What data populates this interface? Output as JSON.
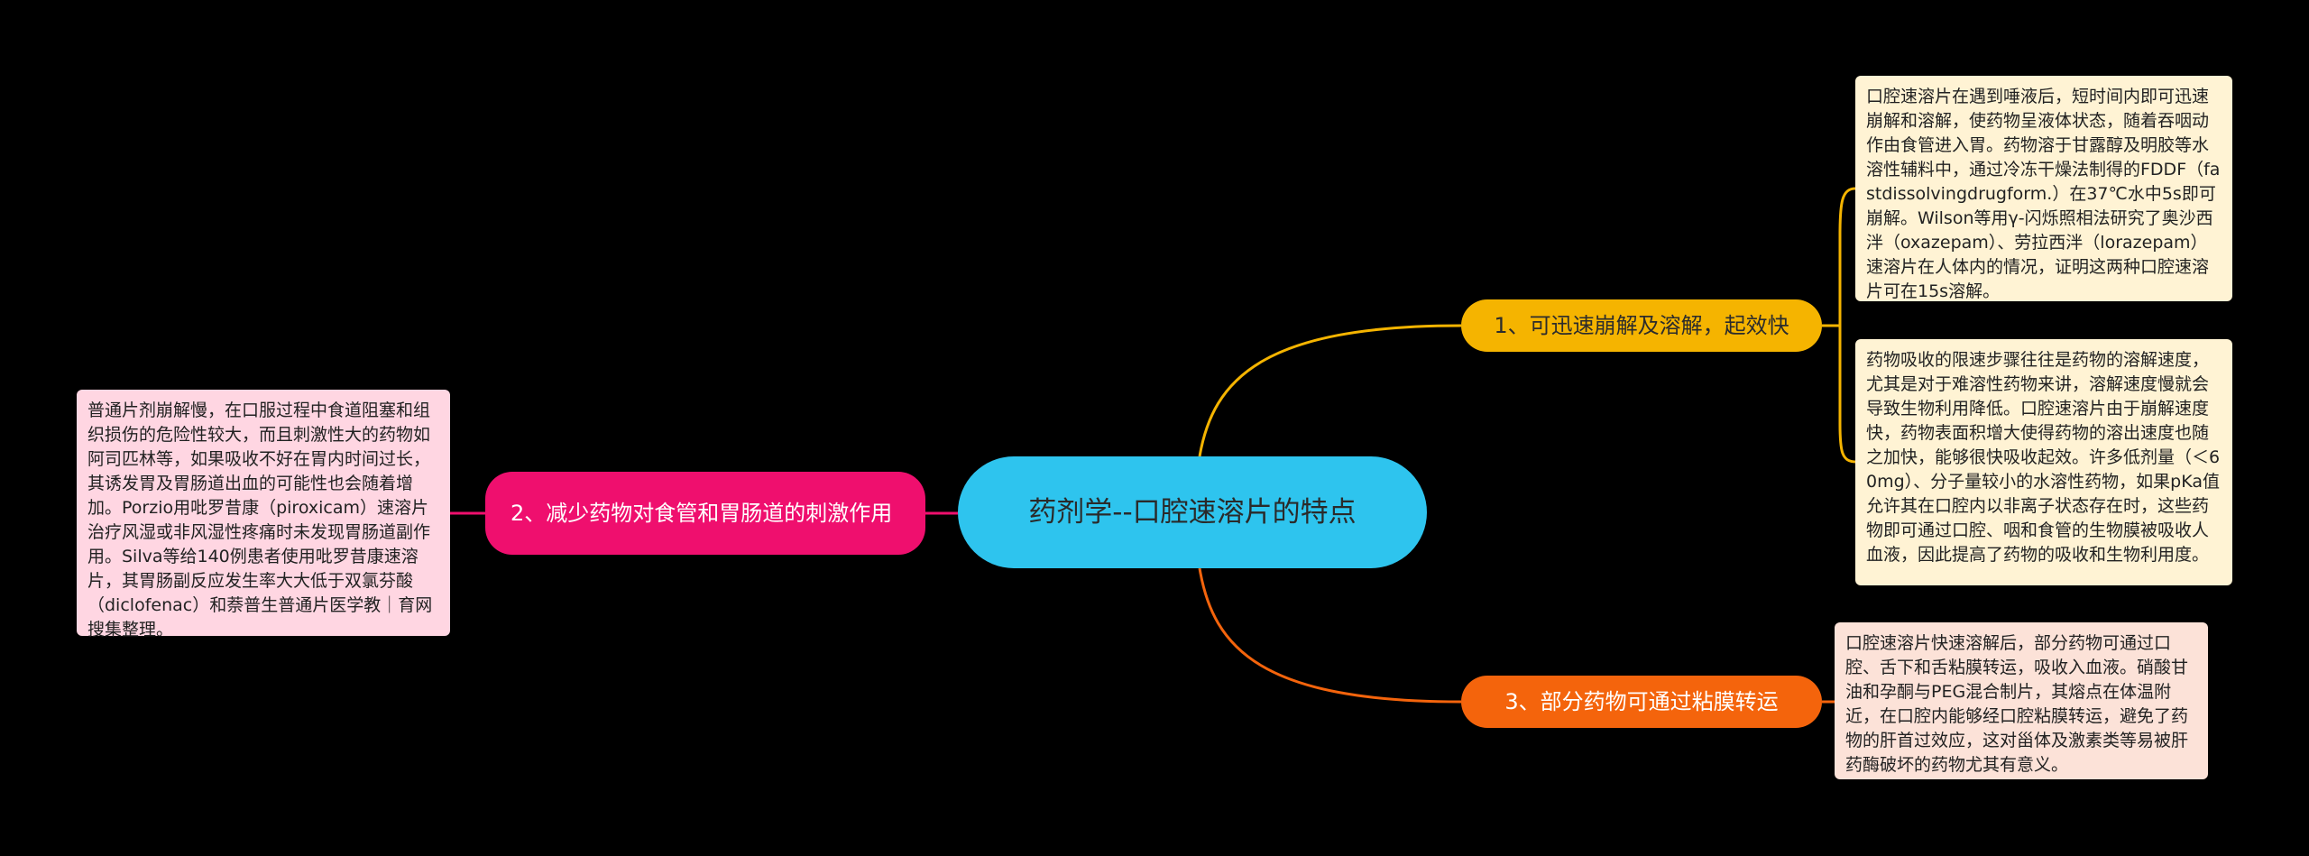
{
  "central": {
    "title": "药剂学--口腔速溶片的特点"
  },
  "branches": [
    {
      "label": "1、可迅速崩解及溶解，起效快",
      "color": "#F5B400",
      "details": [
        "口腔速溶片在遇到唾液后，短时间内即可迅速崩解和溶解，使药物呈液体状态，随着吞咽动作由食管进入胃。药物溶于甘露醇及明胶等水溶性辅料中，通过冷冻干燥法制得的FDDF（fastdissolvingdrugform.）在37℃水中5s即可崩解。Wilson等用γ-闪烁照相法研究了奥沙西泮（oxazepam）、劳拉西泮（lorazepam）速溶片在人体内的情况，证明这两种口腔速溶片可在15s溶解。",
        "药物吸收的限速步骤往往是药物的溶解速度，尤其是对于难溶性药物来讲，溶解速度慢就会导致生物利用降低。口腔速溶片由于崩解速度快，药物表面积增大使得药物的溶出速度也随之加快，能够很快吸收起效。许多低剂量（＜60mg）、分子量较小的水溶性药物，如果pKa值允许其在口腔内以非离子状态存在时，这些药物即可通过口腔、咽和食管的生物膜被吸收人血液，因此提高了药物的吸收和生物利用度。"
      ]
    },
    {
      "label": "2、减少药物对食管和胃肠道的刺激作用",
      "color": "#EF0F6E",
      "details": [
        "普通片剂崩解慢，在口服过程中食道阻塞和组织损伤的危险性较大，而且刺激性大的药物如阿司匹林等，如果吸收不好在胃内时间过长，其诱发胃及胃肠道出血的可能性也会随着增加。Porzio用吡罗昔康（piroxicam）速溶片治疗风湿或非风湿性疼痛时未发现胃肠道副作用。Silva等给140例患者使用吡罗昔康速溶片，其胃肠副反应发生率大大低于双氯芬酸（diclofenac）和萘普生普通片医学教｜育网搜集整理。"
      ]
    },
    {
      "label": "3、部分药物可通过粘膜转运",
      "color": "#F4640C",
      "details": [
        "口腔速溶片快速溶解后，部分药物可通过口腔、舌下和舌粘膜转运，吸收入血液。硝酸甘油和孕酮与PEG混合制片，其熔点在体温附近，在口腔内能够经口腔粘膜转运，避免了药物的肝首过效应，这对甾体及激素类等易被肝药酶破坏的药物尤其有意义。"
      ]
    }
  ]
}
